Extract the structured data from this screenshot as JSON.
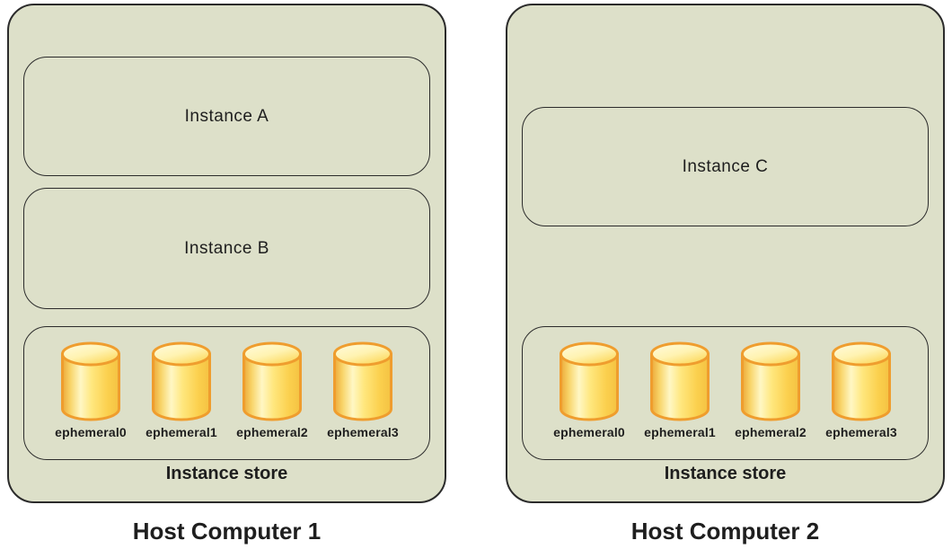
{
  "colors": {
    "host_background": "#dde0c9",
    "box_border": "#2b2b2b",
    "text": "#1e1e1e",
    "cylinder_outline": "#ef9d2e",
    "cylinder_yellow": "#ffd95c",
    "cylinder_highlight": "#fff7c4",
    "cylinder_top": "#fff3c0"
  },
  "hosts": [
    {
      "title": "Host Computer 1",
      "instances": [
        {
          "label": "Instance A"
        },
        {
          "label": "Instance B"
        }
      ],
      "instance_store": {
        "label": "Instance store",
        "disk_icon": "disk-cylinder-icon",
        "disks": [
          "ephemeral0",
          "ephemeral1",
          "ephemeral2",
          "ephemeral3"
        ]
      }
    },
    {
      "title": "Host Computer 2",
      "instances": [
        {
          "label": "Instance C"
        }
      ],
      "instance_store": {
        "label": "Instance store",
        "disk_icon": "disk-cylinder-icon",
        "disks": [
          "ephemeral0",
          "ephemeral1",
          "ephemeral2",
          "ephemeral3"
        ]
      }
    }
  ]
}
